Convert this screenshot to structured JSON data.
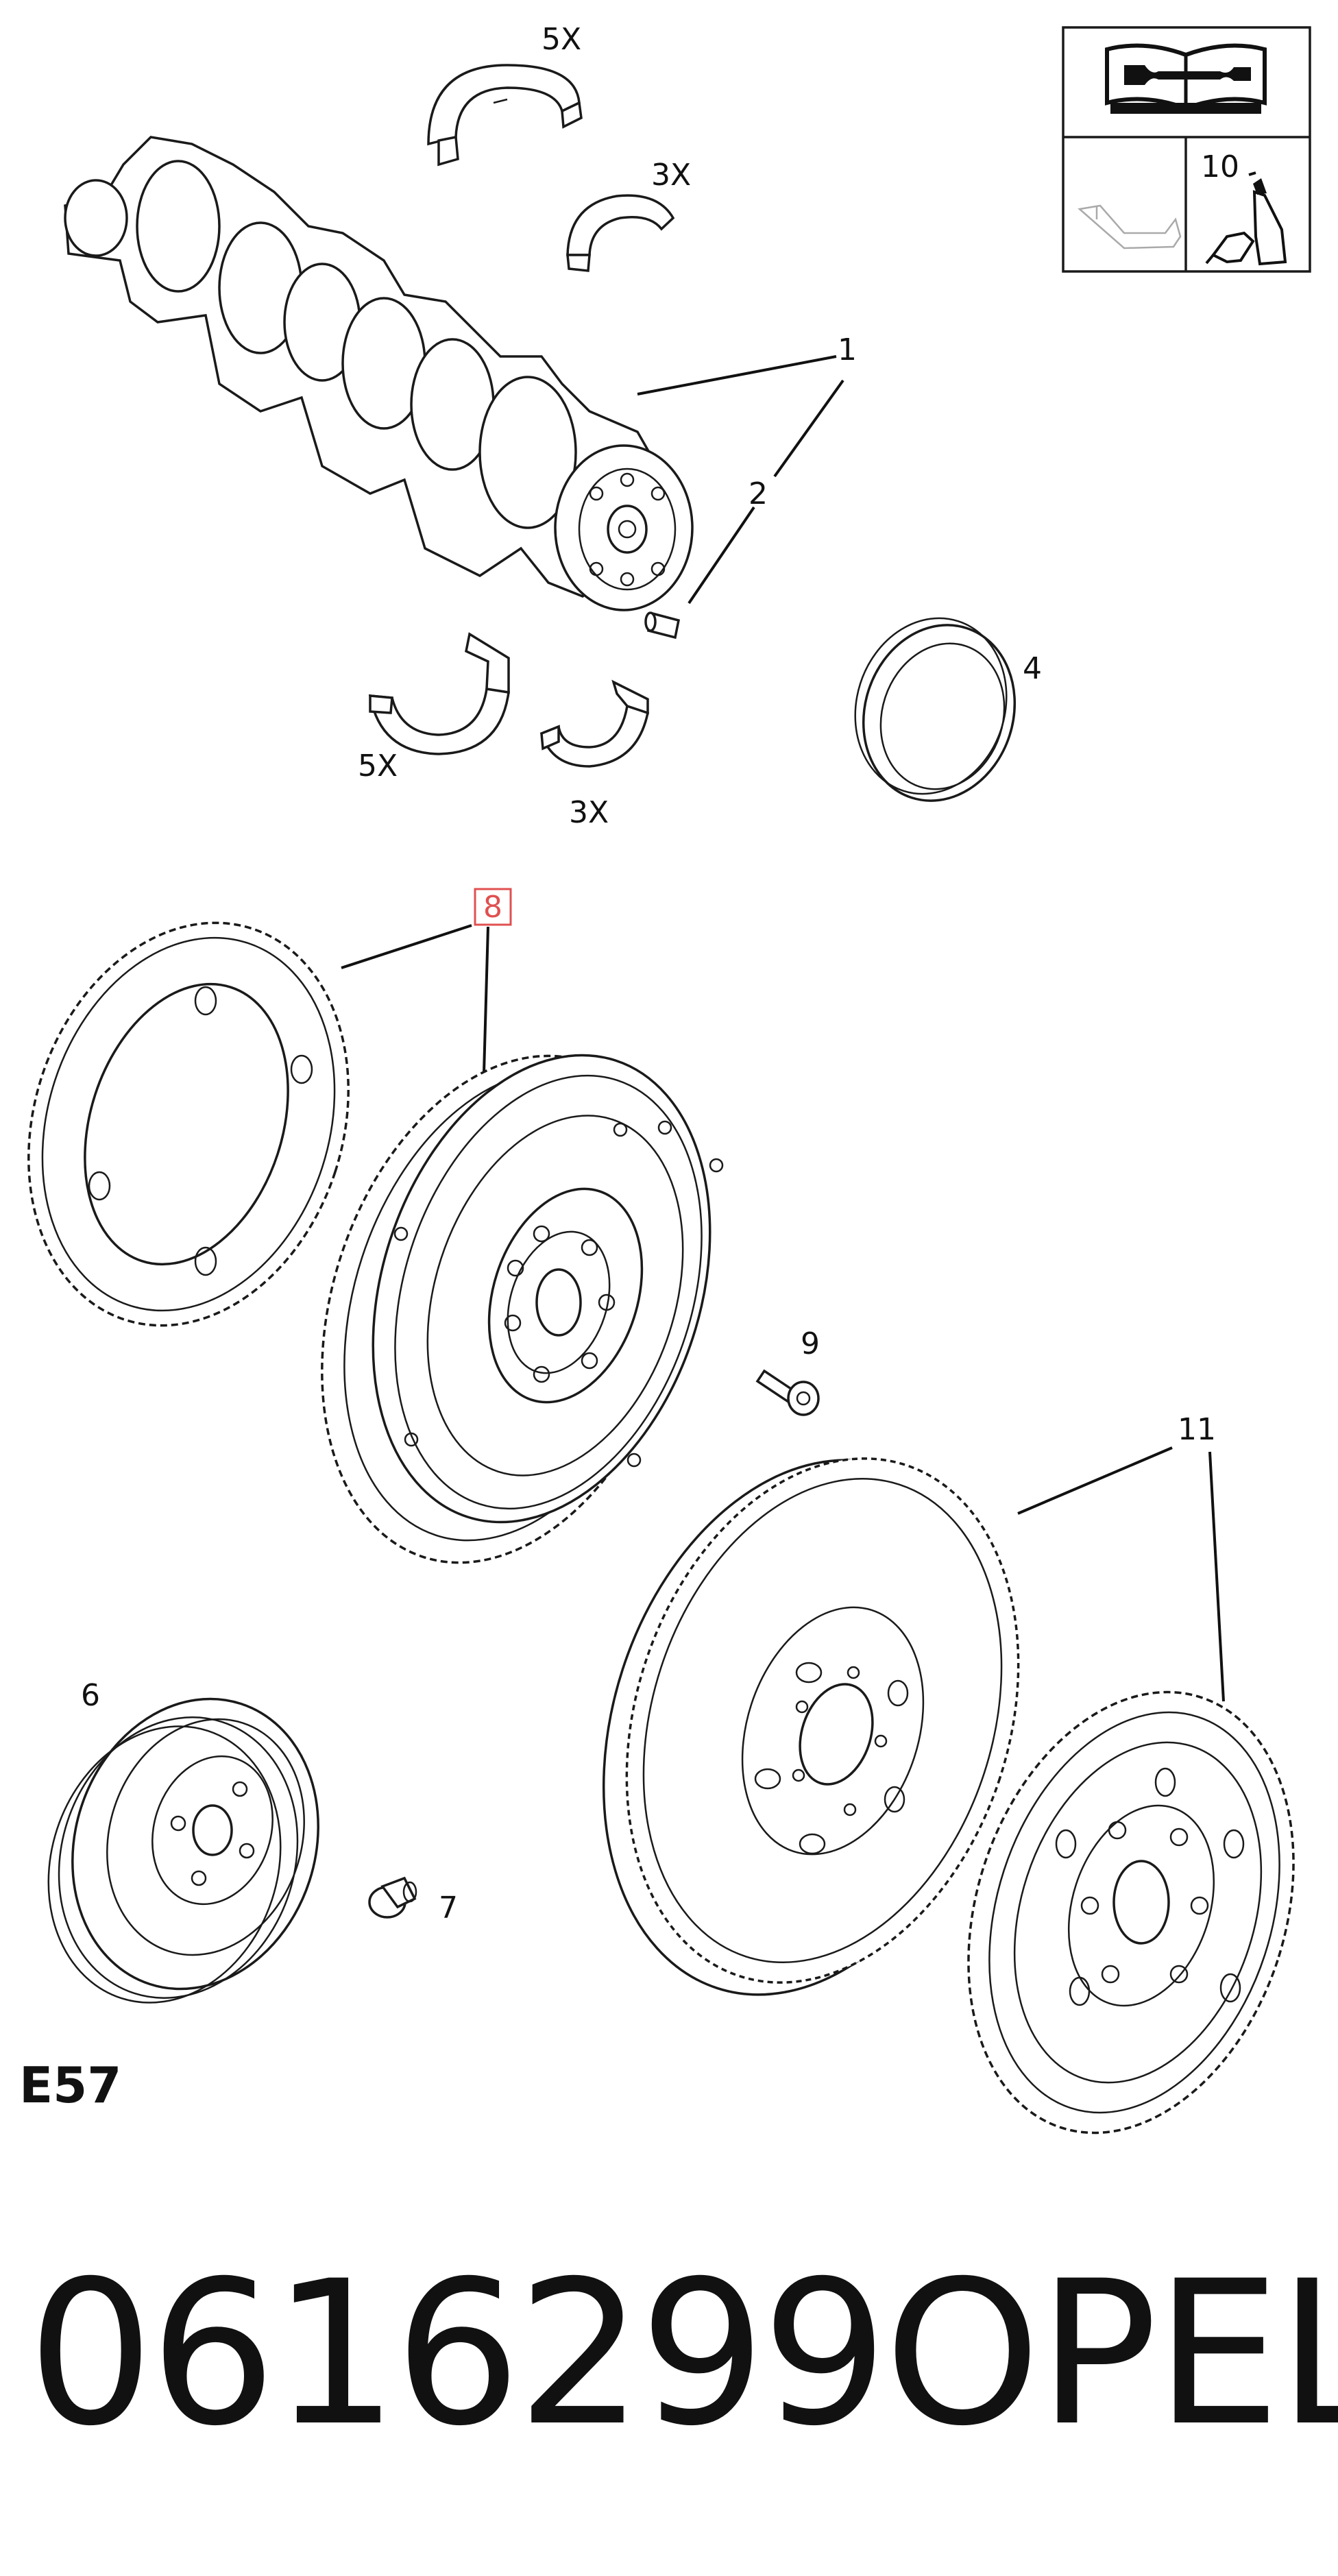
{
  "diagram": {
    "labels": {
      "upper_bearing_qty_5x": "5X",
      "upper_bearing_qty_3x": "3X",
      "lower_bearing_qty_5x": "5X",
      "lower_bearing_qty_3x": "3X",
      "part_1": "1",
      "part_2": "2",
      "part_4": "4",
      "part_6": "6",
      "part_7": "7",
      "part_8": "8",
      "part_9": "9",
      "part_10": "10",
      "part_11": "11"
    },
    "highlight_color": "#e05050",
    "section_code": "E57"
  },
  "footer": {
    "part_number": "0616299",
    "brand": "OPEL"
  }
}
